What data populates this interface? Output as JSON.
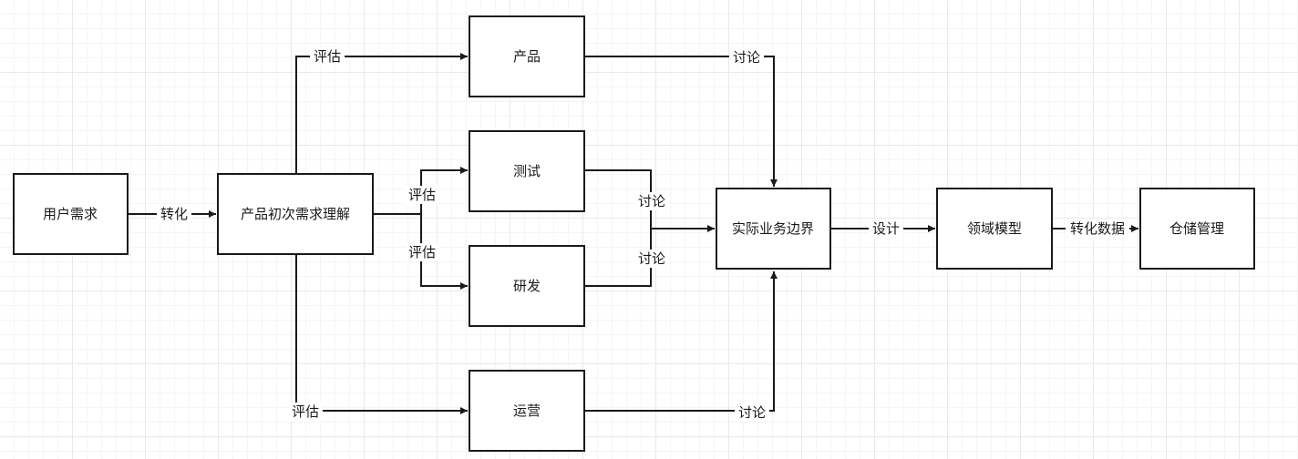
{
  "nodes": {
    "user_need": "用户需求",
    "initial_understanding": "产品初次需求理解",
    "product": "产品",
    "test": "测试",
    "dev": "研发",
    "ops": "运营",
    "business_boundary": "实际业务边界",
    "domain_model": "领域模型",
    "storage": "仓储管理"
  },
  "edge_labels": {
    "convert": "转化",
    "eval_product": "评估",
    "eval_test": "评估",
    "eval_dev": "评估",
    "eval_ops": "评估",
    "discuss_product": "讨论",
    "discuss_test": "讨论",
    "discuss_dev": "讨论",
    "discuss_ops": "讨论",
    "design": "设计",
    "convert_data": "转化数据"
  }
}
